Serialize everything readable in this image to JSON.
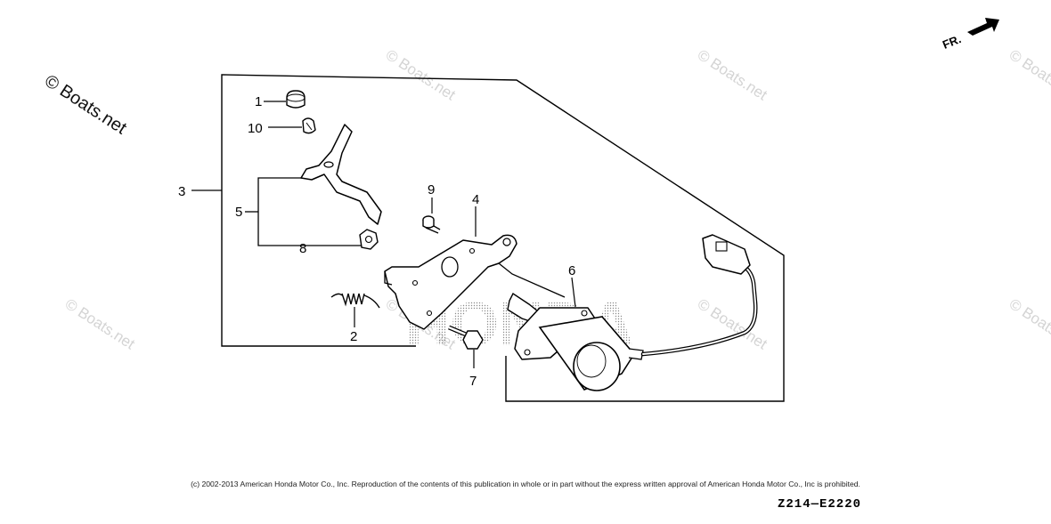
{
  "watermark": {
    "main": "© Boats.net",
    "faint": "© Boats.net"
  },
  "direction_marker": {
    "label": "FR."
  },
  "brand_mark": "HONDA",
  "callouts": [
    "1",
    "10",
    "3",
    "5",
    "8",
    "9",
    "4",
    "6",
    "2",
    "7"
  ],
  "copyright": "(c) 2002-2013 American Honda Motor Co., Inc. Reproduction of the contents of this publication in whole or in part without the express written approval of American Honda Motor Co., Inc is prohibited.",
  "diagram_code": "Z214—E2220",
  "colors": {
    "line": "#000000",
    "halftone": "#9a9a9a",
    "watermark_faint": "#d4d4d4"
  }
}
